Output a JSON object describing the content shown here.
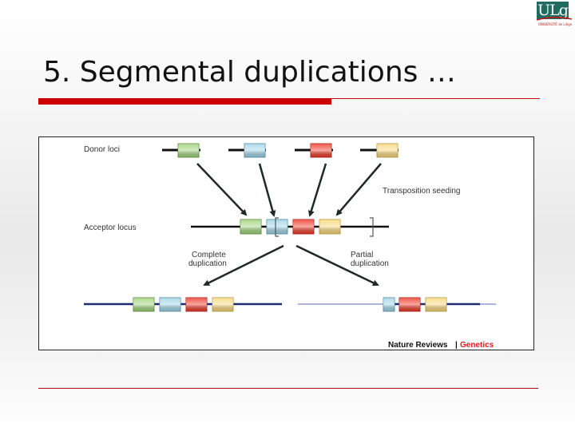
{
  "logo": {
    "text": "ULg",
    "subtitle": "UNIVERSITÉ de Liège"
  },
  "slide": {
    "title": "5. Segmental duplications …"
  },
  "figure": {
    "labels": {
      "donor": "Donor loci",
      "acceptor": "Acceptor locus",
      "seeding": "Transposition seeding",
      "complete_1": "Complete",
      "complete_2": "duplication",
      "partial_1": "Partial",
      "partial_2": "duplication"
    },
    "credit": {
      "journal": "Nature Reviews",
      "separator": "|",
      "section": "Genetics"
    },
    "segment_colors": {
      "green": "#9fd37a",
      "blue": "#9fd4e6",
      "red": "#ee3a2a",
      "yellow": "#f6d779"
    },
    "donor_segments": [
      "green",
      "blue",
      "red",
      "yellow"
    ],
    "acceptor_segments": [
      "green",
      "blue",
      "red",
      "yellow"
    ],
    "complete_segments": [
      "green",
      "blue",
      "red",
      "yellow"
    ],
    "partial_segments": [
      "blue",
      "red",
      "yellow"
    ]
  }
}
